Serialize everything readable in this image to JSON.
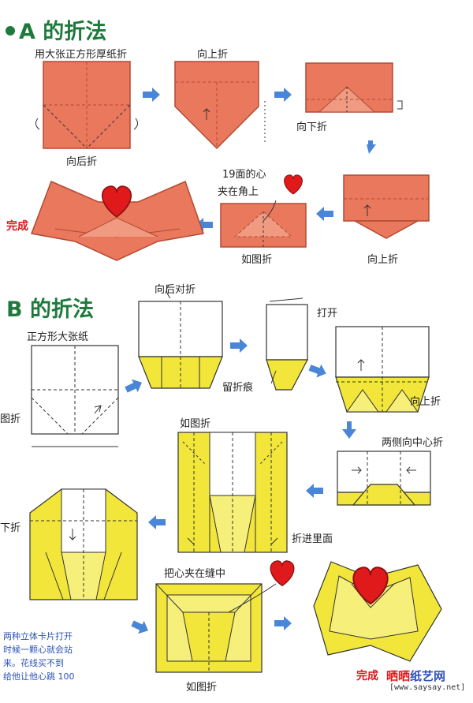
{
  "section_a": {
    "title": "A 的折法",
    "labels": {
      "step1": "用大张正方形厚纸折",
      "step1_bottom": "向后折",
      "step2": "向上折",
      "step3": "向下折",
      "step4": "向上折",
      "step5_a": "19面的心",
      "step5_b": "夹在角上",
      "step5_bottom": "如图折",
      "done": "完成"
    }
  },
  "section_b": {
    "title": "B 的折法",
    "labels": {
      "step1": "正方形大张纸",
      "step1_left": "图折",
      "step2": "向后对折",
      "step3": "打开",
      "step3_crease": "留折痕",
      "step4": "向上折",
      "step5": "两侧向中心折",
      "step6_top": "如图折",
      "step6_right": "折进里面",
      "step7_left": "下折",
      "step8_top": "把心夹在缝中",
      "step8_bottom": "如图折"
    },
    "note_lines": [
      "两种立体卡片打开",
      "时候一颗心就会站",
      "来。花线买不到",
      "给他让他心跳 100"
    ],
    "done": "完成"
  },
  "watermark": {
    "brand_red": "晒晒",
    "brand_blue": "纸艺网",
    "url": "[www.saysay.net]"
  },
  "colors": {
    "paper_orange": "#e9785d",
    "paper_orange_dark": "#c95a44",
    "paper_yellow": "#f2e63a",
    "paper_yellow_dark": "#d9c21e",
    "arrow_blue": "#4a86d8",
    "heart_red": "#e0191b",
    "title_green": "#1e7a3c"
  }
}
